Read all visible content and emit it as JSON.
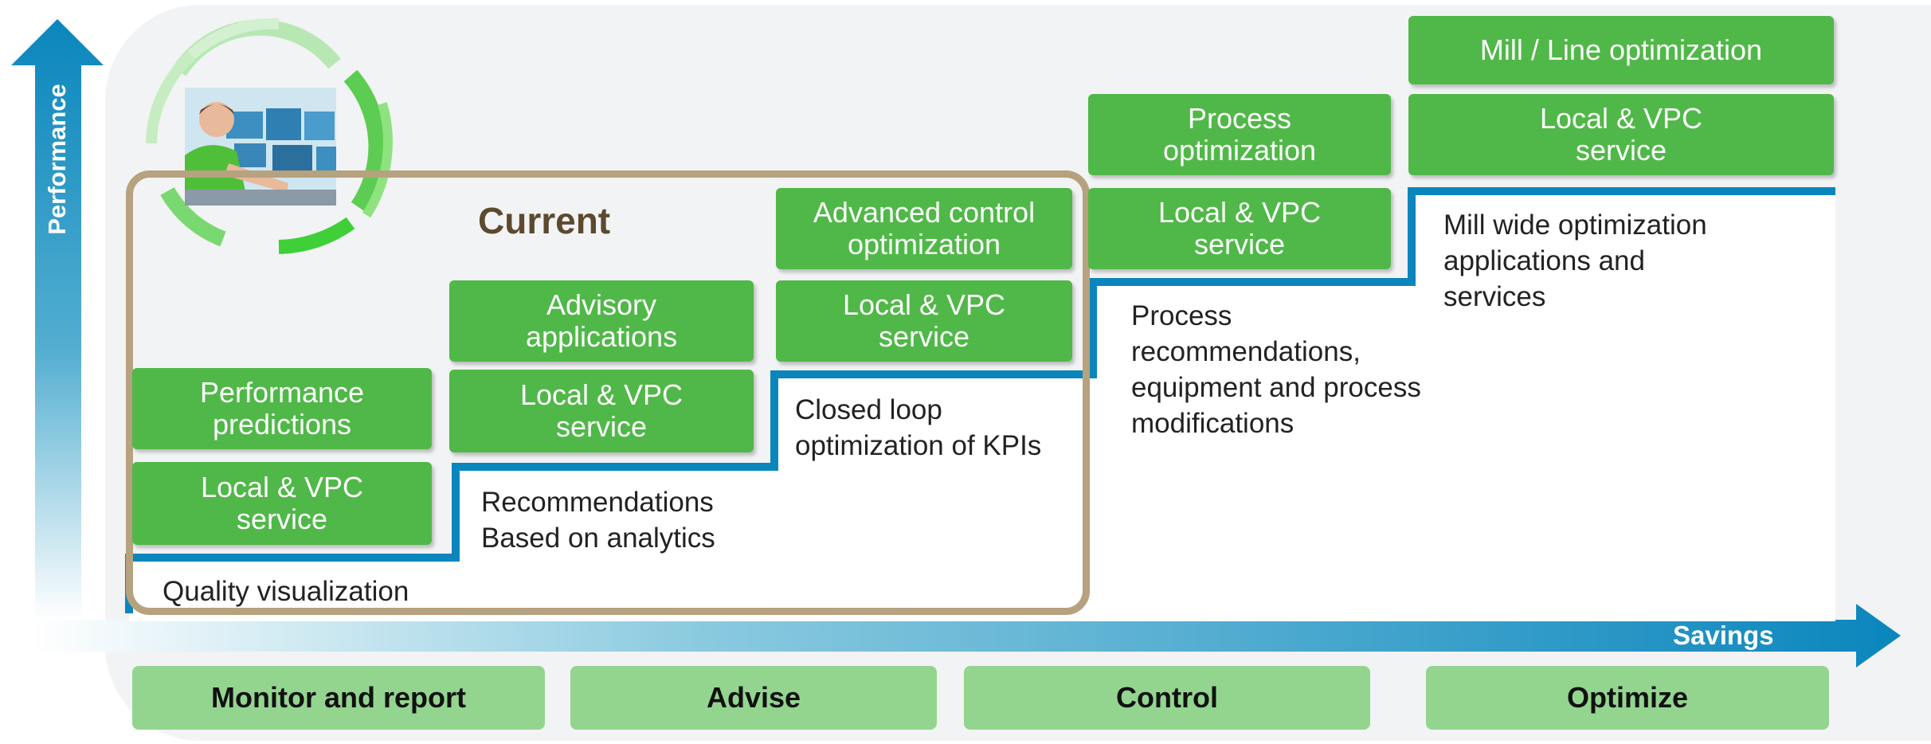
{
  "axes": {
    "y_label": "Performance",
    "x_label": "Savings"
  },
  "current_label": "Current",
  "columns": [
    {
      "category": "Monitor and report",
      "service": "Local  & VPC\nservice",
      "application": "Performance\npredictions",
      "description": "Quality visualization"
    },
    {
      "category": "Advise",
      "service": "Local  & VPC\nservice",
      "application": "Advisory\napplications",
      "description": "Recommendations\nBased on analytics"
    },
    {
      "category": "Control",
      "service": "Local  & VPC\nservice",
      "application": "Advanced control\noptimization",
      "description": "Closed loop\noptimization of KPIs"
    },
    {
      "service": "Local  & VPC\nservice",
      "application": "Process\noptimization",
      "description": "Process\nrecommendations,\nequipment and process\nmodifications"
    },
    {
      "category": "Optimize",
      "service": "Local  & VPC\nservice",
      "application": "Mill / Line optimization",
      "description": "Mill wide optimization\napplications and\nservices"
    }
  ],
  "colors": {
    "green_box": "#50b848",
    "category_green": "#93d58f",
    "arrow_blue": "#0a86bd",
    "frame_tan": "#b6a27e",
    "background_panel": "#f2f3f4"
  },
  "icons": {
    "avatar": "operator-at-control-room-photo",
    "decor": "green-concentric-arcs"
  }
}
